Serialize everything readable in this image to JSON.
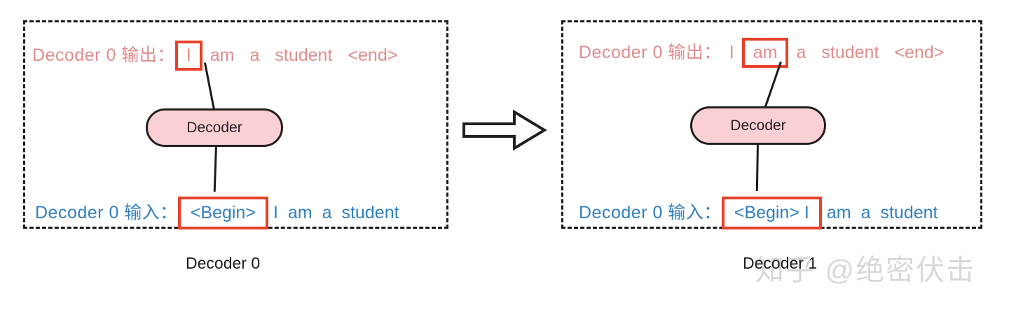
{
  "figure": {
    "title_left": "Decoder 0",
    "title_right": "Decoder 1",
    "arrow_icon": "right-arrow-icon",
    "watermark": "知乎 @绝密伏击",
    "colors": {
      "output_text": "#e08c8c",
      "input_text": "#2f7fc1",
      "highlight_box": "#e8412a",
      "decoder_fill": "#fbd0d5",
      "decoder_border": "#231f20",
      "panel_border": "#1a1a1a",
      "watermark": "#d8d8d8"
    }
  },
  "left_panel": {
    "output": {
      "label": "Decoder 0 输出：",
      "highlighted": "I",
      "tokens": [
        "am",
        "a",
        "student",
        "<end>"
      ]
    },
    "decoder": {
      "label": "Decoder"
    },
    "input": {
      "label": "Decoder 0 输入：",
      "highlighted": "<Begin>",
      "tokens": [
        "I",
        "am",
        "a",
        "student"
      ]
    },
    "caption": "Decoder 0"
  },
  "right_panel": {
    "output": {
      "label": "Decoder 0 输出：",
      "prefix": "I",
      "highlighted": "am",
      "tokens": [
        "a",
        "student",
        "<end>"
      ]
    },
    "decoder": {
      "label": "Decoder"
    },
    "input": {
      "label": "Decoder 0 输入：",
      "highlighted": "<Begin> I",
      "tokens": [
        "am",
        "a",
        "student"
      ]
    },
    "caption": "Decoder 1"
  }
}
